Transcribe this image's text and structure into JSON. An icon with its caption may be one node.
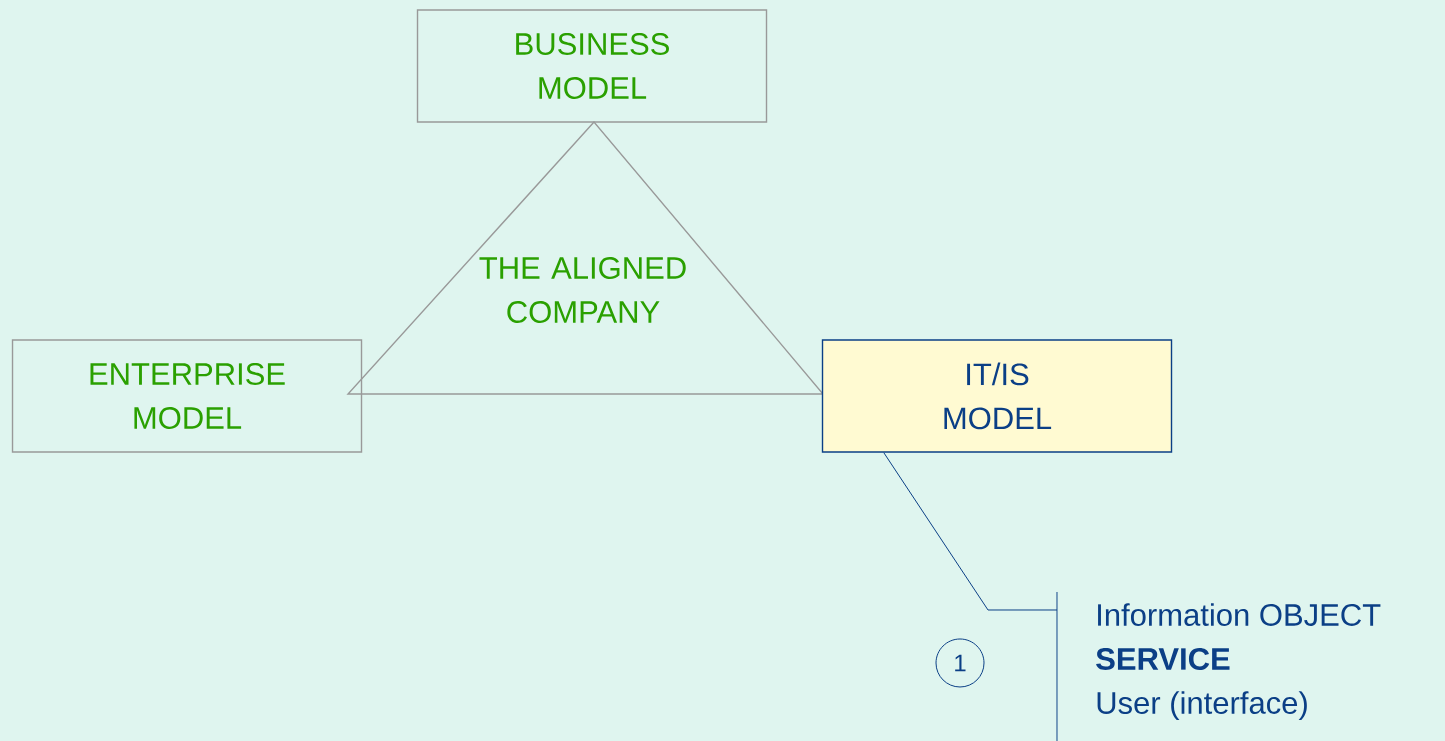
{
  "diagram": {
    "nodes": [
      {
        "text": [
          "BUSINESS MODEL"
        ]
      },
      {
        "text": [
          "ENTERPRISE MODEL"
        ]
      },
      {
        "text": [
          "THE ALIGNED COMPANY"
        ]
      },
      {
        "text": [
          "IT/IS MODEL"
        ]
      },
      {
        "text": [
          "1"
        ]
      },
      {
        "text": [
          "Information OBJECT",
          "SERVICE",
          "User (interface)"
        ]
      }
    ],
    "edges": [
      {
        "from": 5,
        "to": 3,
        "arrow": "none"
      }
    ]
  }
}
